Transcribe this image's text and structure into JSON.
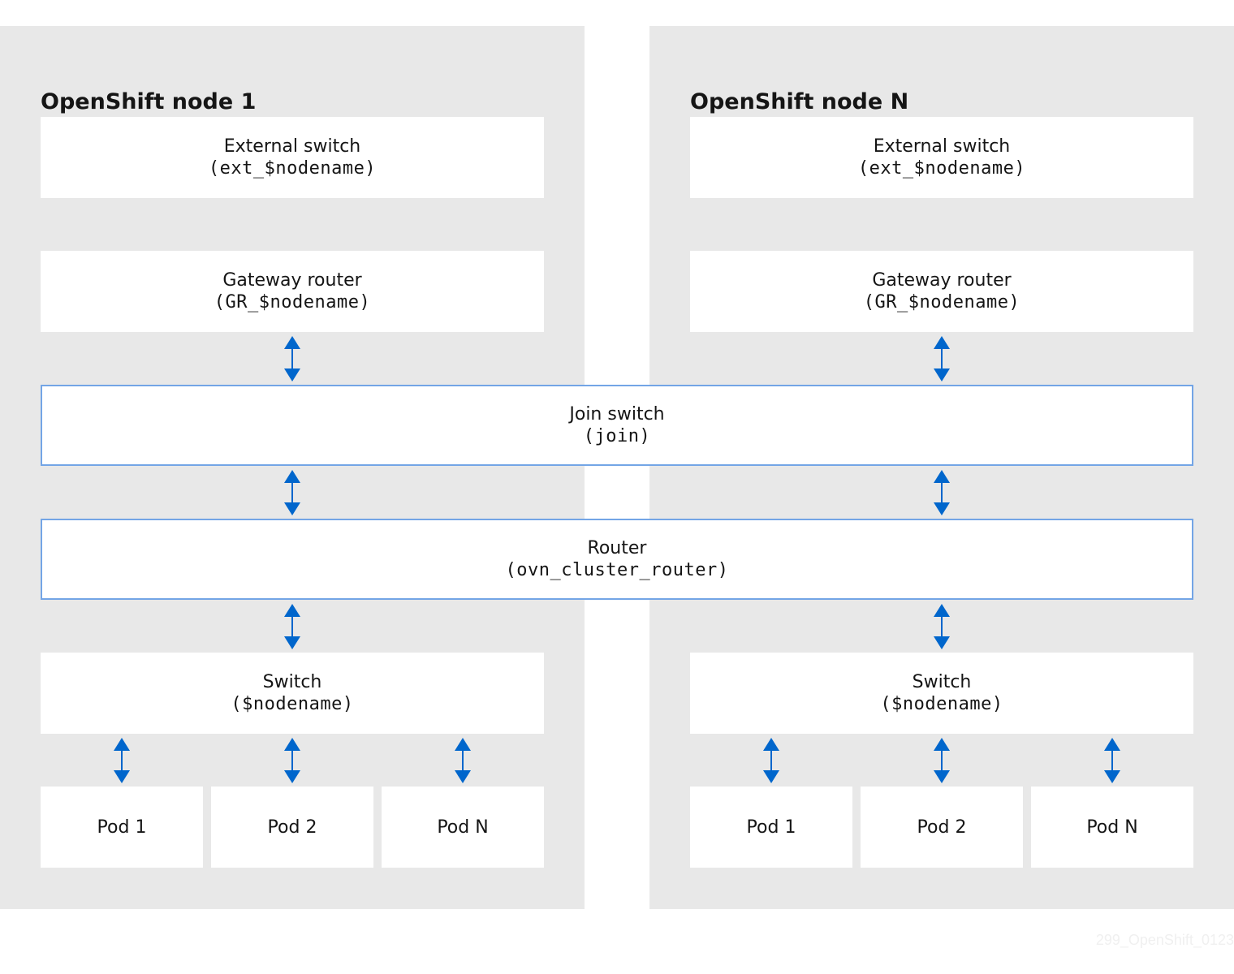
{
  "nodes": [
    {
      "title": "OpenShift node 1",
      "external_switch": {
        "title": "External switch",
        "sub": "(ext_$nodename)"
      },
      "gateway_router": {
        "title": "Gateway router",
        "sub": "(GR_$nodename)"
      },
      "switch": {
        "title": "Switch",
        "sub": "($nodename)"
      },
      "pods": [
        "Pod 1",
        "Pod 2",
        "Pod N"
      ]
    },
    {
      "title": "OpenShift node N",
      "external_switch": {
        "title": "External switch",
        "sub": "(ext_$nodename)"
      },
      "gateway_router": {
        "title": "Gateway router",
        "sub": "(GR_$nodename)"
      },
      "switch": {
        "title": "Switch",
        "sub": "($nodename)"
      },
      "pods": [
        "Pod 1",
        "Pod 2",
        "Pod N"
      ]
    }
  ],
  "join_switch": {
    "title": "Join switch",
    "sub": "(join)"
  },
  "router": {
    "title": "Router",
    "sub": "(ovn_cluster_router)"
  },
  "watermark": "299_OpenShift_0123",
  "colors": {
    "panel": "#e8e8e8",
    "arrow": "#0066cc",
    "wide_box_border": "#73a5e6"
  }
}
